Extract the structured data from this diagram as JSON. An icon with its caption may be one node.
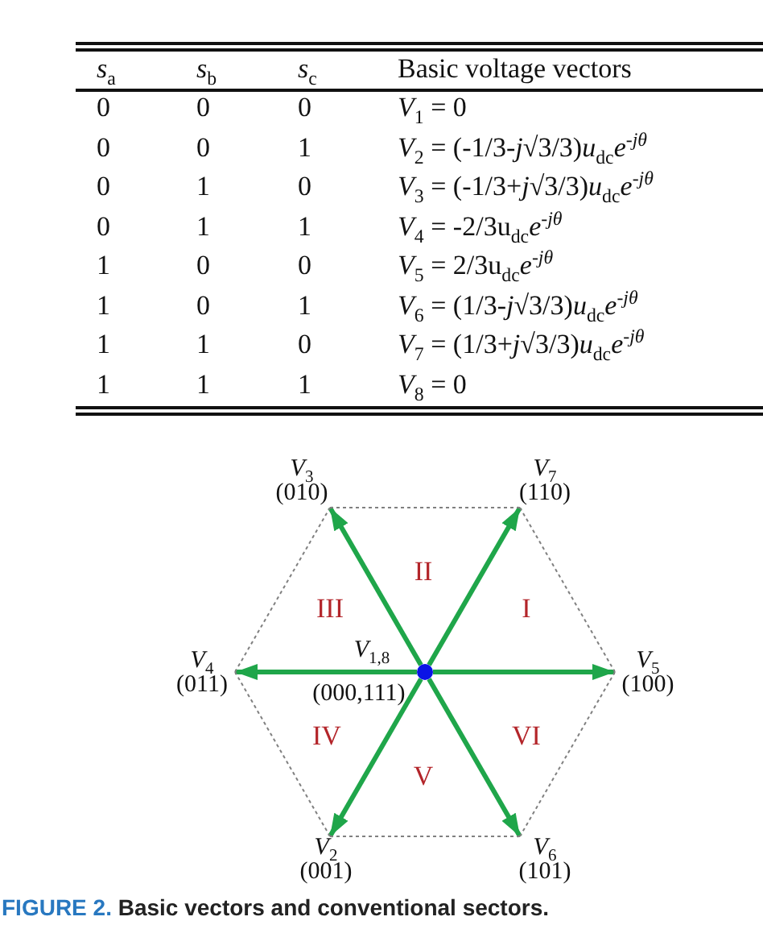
{
  "diagram": {
    "caption": "**FIGURE 2.** Basic vectors and conventional sectors.",
    "nodes": [
      {
        "text": [
          "*V*$_{3}$",
          "(010)"
        ]
      },
      {
        "text": [
          "*V*$_{7}$",
          "(110)"
        ]
      },
      {
        "text": [
          "*V*$_{4}$",
          "(011)"
        ]
      },
      {
        "text": [],
        "shape": "circle",
        "beside": [
          "*V*$_{1,8}$",
          "(000,111)"
        ]
      },
      {
        "text": [
          "*V*$_{5}$",
          "(100)"
        ]
      },
      {
        "text": [
          "*V*$_{2}$",
          "(001)"
        ]
      },
      {
        "text": [
          "*V*$_{6}$",
          "(101)"
        ]
      }
    ],
    "edges": [
      {
        "from": 3,
        "to": 0,
        "arrow": "to",
        "style": "thick"
      },
      {
        "from": 3,
        "to": 1,
        "arrow": "to",
        "style": "thick"
      },
      {
        "from": 3,
        "to": 2,
        "arrow": "to",
        "style": "thick"
      },
      {
        "from": 3,
        "to": 4,
        "arrow": "to",
        "style": "thick"
      },
      {
        "from": 3,
        "to": 5,
        "arrow": "to",
        "style": "thick"
      },
      {
        "from": 3,
        "to": 6,
        "arrow": "to",
        "style": "thick"
      },
      {
        "from": 0,
        "to": 1,
        "arrow": "none",
        "style": "dashed",
        "color": "#808080"
      },
      {
        "from": 1,
        "to": 4,
        "arrow": "none",
        "style": "dashed",
        "color": "#808080"
      },
      {
        "from": 4,
        "to": 6,
        "arrow": "none",
        "style": "dashed",
        "color": "#808080"
      },
      {
        "from": 6,
        "to": 5,
        "arrow": "none",
        "style": "dashed",
        "color": "#808080"
      },
      {
        "from": 5,
        "to": 2,
        "arrow": "none",
        "style": "dashed",
        "color": "#808080"
      },
      {
        "from": 2,
        "to": 0,
        "arrow": "none",
        "style": "dashed",
        "color": "#808080"
      }
    ],
    "labels": [
      "*s*$_{a}$",
      "*s*$_{b}$",
      "*s*$_{c}$",
      "Basic voltage vectors",
      "0",
      "0",
      "0",
      "*V*$_{1}$ = 0",
      "0",
      "0",
      "1",
      "*V*$_{2}$ = (-1/3-*j*√3/3)*u*$_{dc}$*e*$^{-jθ}$",
      "0",
      "1",
      "0",
      "*V*$_{3}$ = (-1/3+*j*√3/3)*u*$_{dc}$*e*$^{-jθ}$",
      "0",
      "1",
      "1",
      "*V*$_{4}$ = -2/3u$_{dc}$*e*$^{-jθ}$",
      "1",
      "0",
      "0",
      "*V*$_{5}$ = 2/3u$_{dc}$*e*$^{-jθ}$",
      "1",
      "0",
      "1",
      "*V*$_{6}$ = (1/3-*j*√3/3)*u*$_{dc}$*e*$^{-jθ}$",
      "1",
      "1",
      "0",
      "*V*$_{7}$ = (1/3+*j*√3/3)*u*$_{dc}$*e*$^{-jθ}$",
      "1",
      "1",
      "1",
      "*V*$_{8}$ = 0",
      "II",
      "III",
      "I",
      "IV",
      "VI",
      "V"
    ]
  }
}
